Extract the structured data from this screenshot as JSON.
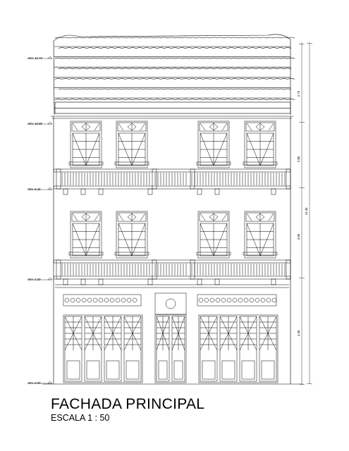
{
  "title": "FACHADA PRINCIPAL",
  "scale": "ESCALA 1 :  50",
  "levels": [
    "NIV. 13.70",
    "NIV. 10.95",
    "NIV. 8.15",
    "NIV. 4.30",
    "NIV. 0.00"
  ],
  "dimensions": {
    "segments": [
      "2.75",
      "2.80",
      "3.85",
      "4.40"
    ],
    "total": "14.40"
  }
}
